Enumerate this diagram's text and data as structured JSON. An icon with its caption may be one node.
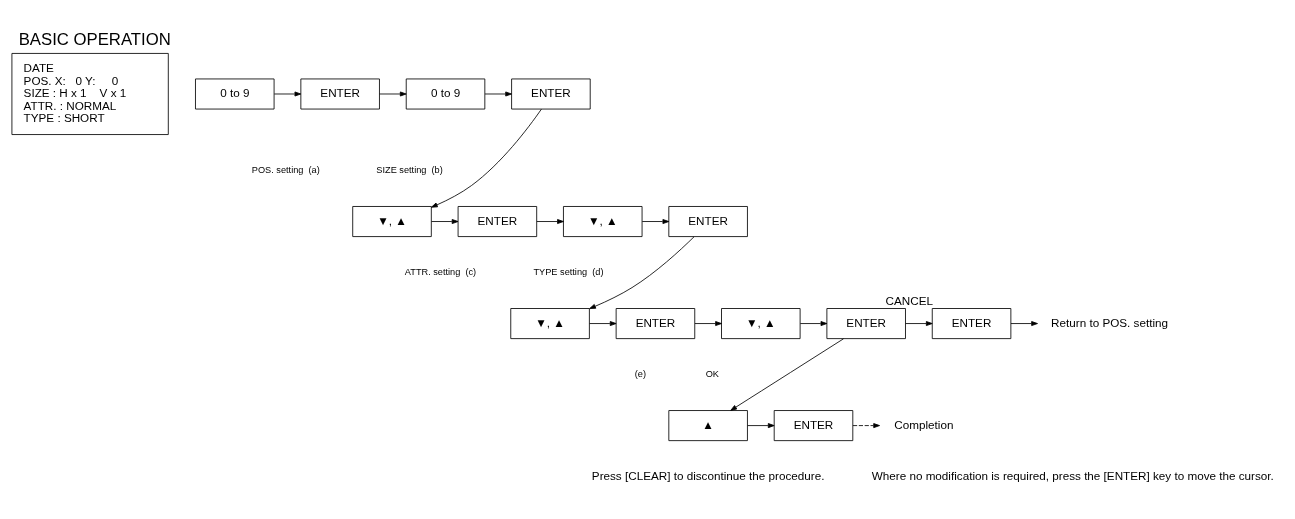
{
  "diagram": {
    "title": "BASIC OPERATION",
    "nodes": [
      {
        "text": [
          "DATE",
          "POS. X:   0 Y:     0",
          "SIZE : H x 1    V x 1",
          "ATTR. : NORMAL",
          "TYPE : SHORT"
        ]
      },
      {
        "text": [
          "0 to 9"
        ]
      },
      {
        "text": [
          "ENTER"
        ]
      },
      {
        "text": [
          "0 to 9"
        ]
      },
      {
        "text": [
          "ENTER"
        ]
      },
      {
        "text": [
          "▼, ▲"
        ]
      },
      {
        "text": [
          "ENTER"
        ]
      },
      {
        "text": [
          "▼, ▲"
        ]
      },
      {
        "text": [
          "ENTER"
        ]
      },
      {
        "text": [
          "▼, ▲"
        ]
      },
      {
        "text": [
          "ENTER"
        ]
      },
      {
        "text": [
          "▼, ▲"
        ]
      },
      {
        "text": [
          "ENTER"
        ]
      },
      {
        "text": [
          "ENTER"
        ],
        "beside": [
          "CANCEL"
        ]
      },
      {
        "text": [
          "▲"
        ]
      },
      {
        "text": [
          "ENTER"
        ]
      },
      {
        "text": [
          "Return to POS. setting"
        ]
      },
      {
        "text": [
          "Completion"
        ]
      }
    ],
    "edges": [
      {
        "from": 1,
        "to": 2,
        "arrow": "to"
      },
      {
        "from": 2,
        "to": 3,
        "arrow": "to"
      },
      {
        "from": 3,
        "to": 4,
        "arrow": "to"
      },
      {
        "from": 4,
        "to": 5,
        "arrow": "to"
      },
      {
        "from": 5,
        "to": 6,
        "arrow": "to"
      },
      {
        "from": 6,
        "to": 7,
        "arrow": "to"
      },
      {
        "from": 7,
        "to": 8,
        "arrow": "to"
      },
      {
        "from": 8,
        "to": 9,
        "arrow": "to"
      },
      {
        "from": 9,
        "to": 10,
        "arrow": "to"
      },
      {
        "from": 10,
        "to": 11,
        "arrow": "to"
      },
      {
        "from": 11,
        "to": 12,
        "arrow": "to"
      },
      {
        "from": 12,
        "to": 13,
        "arrow": "to"
      },
      {
        "from": 12,
        "to": 14,
        "arrow": "to"
      },
      {
        "from": 13,
        "to": 16,
        "arrow": "to"
      },
      {
        "from": 14,
        "to": 15,
        "arrow": "to"
      },
      {
        "from": 15,
        "to": 17,
        "arrow": "to",
        "style": "dashed"
      }
    ],
    "labels": [
      "POS. setting  (a)",
      "SIZE setting  (b)",
      "ATTR. setting  (c)",
      "TYPE setting  (d)",
      "(e)",
      "OK",
      "Press [CLEAR] to discontinue the procedure.",
      "Where no modification is required, press the [ENTER] key to move the cursor."
    ]
  }
}
